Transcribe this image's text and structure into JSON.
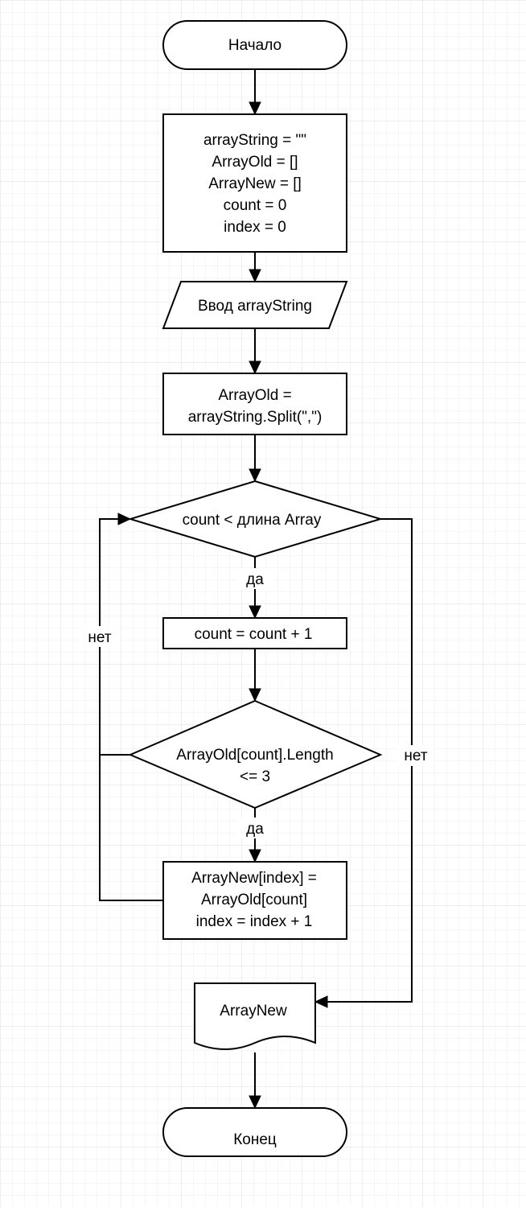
{
  "diagram": {
    "nodes": {
      "start": {
        "label": "Начало"
      },
      "init": {
        "lines": [
          "arrayString = \"\"",
          "ArrayOld = []",
          "ArrayNew = []",
          "count = 0",
          "index = 0"
        ]
      },
      "input": {
        "label": "Ввод arrayString"
      },
      "split": {
        "lines": [
          "ArrayOld =",
          "arrayString.Split(\",\")"
        ]
      },
      "loop_condition": {
        "label": "count < длина Array"
      },
      "increment": {
        "label": "count = count + 1"
      },
      "length_check": {
        "lines": [
          "ArrayOld[count].Length",
          "<= 3"
        ]
      },
      "assign": {
        "lines": [
          "ArrayNew[index] =",
          "ArrayOld[count]",
          "index = index + 1"
        ]
      },
      "output": {
        "label": "ArrayNew"
      },
      "end": {
        "label": "Конец"
      }
    },
    "edge_labels": {
      "loop_yes": "да",
      "check_yes": "да",
      "check_no": "нет",
      "loop_no": "нет"
    }
  },
  "colors": {
    "stroke": "#000000",
    "fill": "#ffffff",
    "grid": "#e6e6e6",
    "text": "#000000"
  }
}
